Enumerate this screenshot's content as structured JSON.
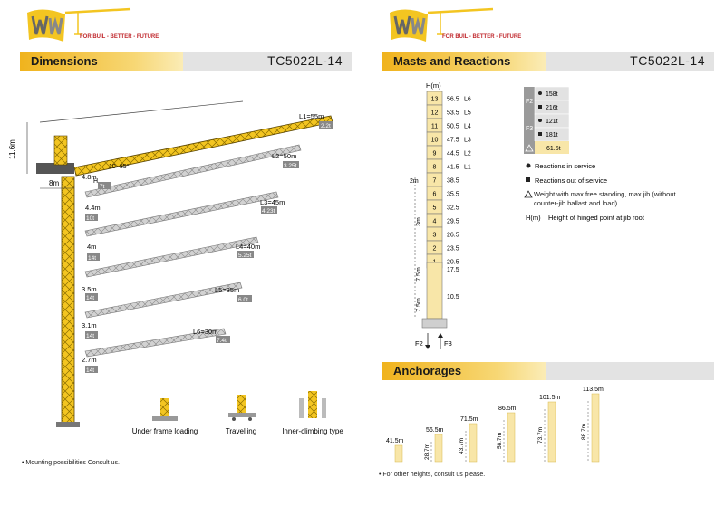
{
  "brand": {
    "slogan": "FOR BUIL - BETTER - FUTURE"
  },
  "left": {
    "section_title": "Dimensions",
    "model": "TC5022L-14",
    "tower_height": "11.6m",
    "jib_angle": "10~85°",
    "hook_label": "H",
    "base_width": "8m",
    "configs": [
      {
        "name": "L1=55m",
        "tip": "2.2t",
        "radius": "4.8m",
        "max": "7t"
      },
      {
        "name": "L2=50m",
        "tip": "3.25t",
        "radius": "4.4m",
        "max": "10t"
      },
      {
        "name": "L3=45m",
        "tip": "4.23t",
        "radius": "4m",
        "max": "14t"
      },
      {
        "name": "L4=40m",
        "tip": "5.25t",
        "radius": "3.5m",
        "max": "14t"
      },
      {
        "name": "L5=35m",
        "tip": "6.0t",
        "radius": "3.1m",
        "max": "14t"
      },
      {
        "name": "L6=30m",
        "tip": "7.4t",
        "radius": "2.7m",
        "max": "14t"
      }
    ],
    "base_types": [
      "Under frame loading",
      "Travelling",
      "Inner-climbing type"
    ],
    "footnote": "• Mounting possibilities Consult us."
  },
  "right": {
    "section_title": "Masts and Reactions",
    "model": "TC5022L-14",
    "axis_label": "H(m)",
    "mast_sections": [
      {
        "n": "13",
        "h": "56.5",
        "l": "L6"
      },
      {
        "n": "12",
        "h": "53.5",
        "l": "L5"
      },
      {
        "n": "11",
        "h": "50.5",
        "l": "L4"
      },
      {
        "n": "10",
        "h": "47.5",
        "l": "L3"
      },
      {
        "n": "9",
        "h": "44.5",
        "l": "L2"
      },
      {
        "n": "8",
        "h": "41.5",
        "l": "L1"
      },
      {
        "n": "7",
        "h": "38.5",
        "l": ""
      },
      {
        "n": "6",
        "h": "35.5",
        "l": ""
      },
      {
        "n": "5",
        "h": "32.5",
        "l": ""
      },
      {
        "n": "4",
        "h": "29.5",
        "l": ""
      },
      {
        "n": "3",
        "h": "26.5",
        "l": ""
      },
      {
        "n": "2",
        "h": "23.5",
        "l": ""
      },
      {
        "n": "1",
        "h": "20.5",
        "l": ""
      }
    ],
    "base_heights": [
      "17.5",
      "10.5"
    ],
    "dim_labels": {
      "top": "2m",
      "section": "3m",
      "base1": "7.5m",
      "base2": "7.5m"
    },
    "force_labels": [
      "F2",
      "F3"
    ],
    "reactions": {
      "groups": [
        {
          "label": "F2",
          "values": [
            "158t",
            "216t"
          ]
        },
        {
          "label": "F3",
          "values": [
            "121t",
            "181t"
          ]
        }
      ],
      "weight": "61.5t"
    },
    "legend": [
      "Reactions in service",
      "Reactions out of service",
      "Weight with max free standing, max jib (without counter-jib ballast and load)",
      "Height of hinged point at jib root"
    ],
    "legend_key_h": "H(m)",
    "anchorages_title": "Anchorages",
    "anchorages": [
      {
        "top": "41.5m",
        "spacing": ""
      },
      {
        "top": "56.5m",
        "spacing": "28.7m"
      },
      {
        "top": "71.5m",
        "spacing": "43.7m"
      },
      {
        "top": "86.5m",
        "spacing": "58.7m"
      },
      {
        "top": "101.5m",
        "spacing": "73.7m"
      },
      {
        "top": "113.5m",
        "spacing": "88.7m"
      }
    ],
    "footnote": "• For other heights, consult us please."
  },
  "colors": {
    "yellow": "#f3c521",
    "light_yellow": "#f8e6a8",
    "grey": "#c9c9c9",
    "dark": "#333333"
  }
}
